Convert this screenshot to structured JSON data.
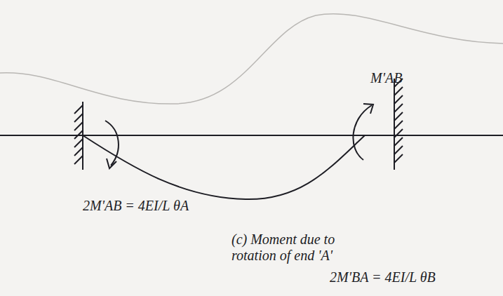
{
  "diagram": {
    "labels": [
      "M'AB",
      "2M'AB = 4EI/L θA",
      "(c) Moment due to rotation of end 'A'",
      "2M'BA = 4EI/L θB"
    ]
  }
}
